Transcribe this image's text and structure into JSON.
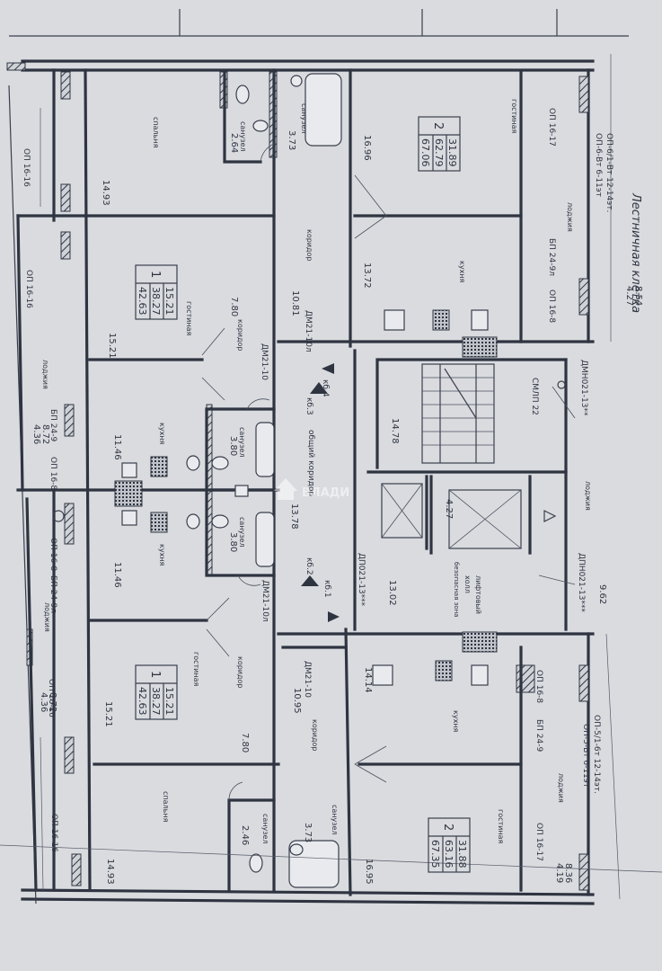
{
  "staircase_title": "Лестничная клетка",
  "watermark": "ВЛАДИ",
  "wall_codes": {
    "op16_17_a": "ОП 16-17",
    "op16_17_b": "ОП 16-17",
    "op16_16_a": "ОП 16-16",
    "op16_16_b": "ОП 16-16",
    "op16_16_c": "ОП 16-16",
    "op16_16_d": "ОП 16-16",
    "op16_8_a": "ОП 16-8",
    "op16_8_b": "ОП 16-8",
    "op16_8_c": "ОП 16-8",
    "op16_8_d": "ОП 16-8",
    "bp24_9_a": "БП 24-9",
    "bp24_9_b": "БП 24-9",
    "bp24_9l_a": "БП 24-9л",
    "bp24_9l_b": "БП 24-9л",
    "op6_top_1": "ОП-6/1-Вт 12-14эт.",
    "op6_top_2": "ОП-6-Вт 6-11эт",
    "op5_bot_1": "ОП-5/1-6т 12-14эт.",
    "op5_bot_2": "ОП-5-Вт 6-11эт"
  },
  "door_codes": {
    "dm21_10l_a": "ДМ21-10л",
    "dm21_10_a": "ДМ21-10",
    "dm21_10_b": "ДМ21-10",
    "dm21_10l_b": "ДМ21-10л",
    "dmn021_13_a": "ДМН021-13**",
    "dp021_13": "ДП021-13***",
    "dpn021_13": "ДПН021-13***",
    "cmp": "СМЛП 22"
  },
  "levels": {
    "k04": "кб 4",
    "k03": "кб.3",
    "k02": "кб.2",
    "k01": "кб.1"
  },
  "rooms": {
    "gostinaya_tr": "гостиная",
    "kuhnya_tr": "кухня",
    "lodzhia_tr": "лоджия",
    "spalnya_tl": "спальня",
    "sanuzel_1": "санузел",
    "sanuzel_2": "санузел",
    "sanuzel_3": "санузел",
    "sanuzel_4": "санузел",
    "sanuzel_5": "санузел",
    "sanuzel_6": "санузел",
    "koridor_1": "коридор",
    "koridor_2": "коридор",
    "koridor_3": "коридор",
    "koridor_4": "коридор",
    "gostinaya_l1": "гостиная",
    "kuhnya_l1": "кухня",
    "lodzhia_l1": "лоджия",
    "obshiy_koridor": "общий коридор",
    "kuhnya_l2": "кухня",
    "lodzhia_l2": "лоджия",
    "gostinaya_l2": "гостиная",
    "spalnya_bl": "спальня",
    "lift_hall_1": "лифтовый",
    "lift_hall_2": "холл",
    "lift_hall_3": "безопасная зона",
    "lodzhia_mid": "лоджия",
    "kuhnya_br": "кухня",
    "gostinaya_br": "гостиная",
    "lodzhia_br": "лоджия"
  },
  "areas": {
    "a14_93_top": "14.93",
    "a2_64": "2.64",
    "a3_73_top": "3.73",
    "a16_96": "16.96",
    "a13_72": "13.72",
    "a10_81": "10.81",
    "a7_80_top": "7.80",
    "a15_21_l1": "15.21",
    "a11_46_top": "11.46",
    "a3_80_top": "3.80",
    "a14_78": "14.78",
    "a13_78": "13.78",
    "a3_80_bot": "3.80",
    "a11_46_bot": "11.46",
    "a13_02": "13.02",
    "a4_27_lift": "4.27",
    "a9_62": "9.62",
    "a8_54": "8.54",
    "a4_27_loggia": "4.27",
    "a8_72_top": "8.72",
    "a4_36_top": "4.36",
    "a8_72_bot": "8.72",
    "a4_36_bot": "4.36",
    "a10_95": "10.95",
    "a14_14": "14.14",
    "a7_80_bot": "7.80",
    "a15_21_l2": "15.21",
    "a2_46": "2.46",
    "a3_73_bot": "3.73",
    "a14_93_bot": "14.93",
    "a16_95": "16.95",
    "a8_36": "8.36",
    "a4_19": "4.19"
  },
  "apartments": [
    {
      "rooms": "2",
      "living": "31.89",
      "total": "62.79",
      "with_loggia": "67.06"
    },
    {
      "rooms": "1",
      "living": "15.21",
      "total": "38.27",
      "with_loggia": "42.63"
    },
    {
      "rooms": "1",
      "living": "15.21",
      "total": "38.27",
      "with_loggia": "42.63"
    },
    {
      "rooms": "2",
      "living": "31.88",
      "total": "63.16",
      "with_loggia": "67.35"
    }
  ],
  "colors": {
    "paper": "#d9dbdf",
    "ink": "#2f3441",
    "watermark": "#ffffff"
  }
}
